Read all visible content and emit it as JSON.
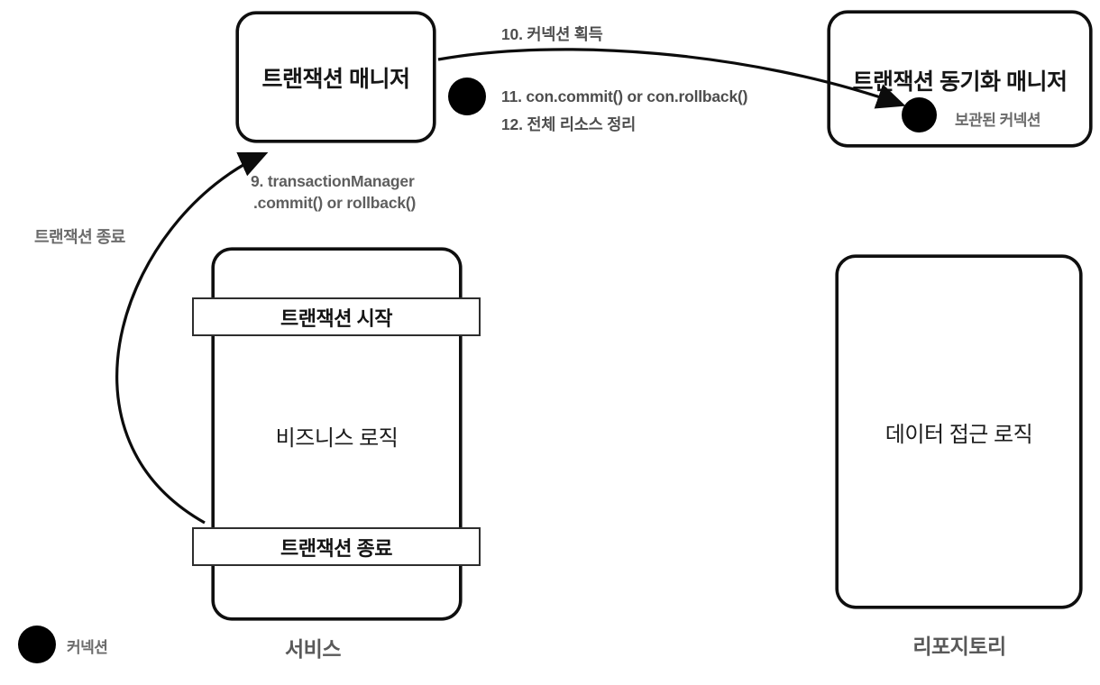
{
  "boxes": {
    "transaction_manager": {
      "label": "트랜잭션 매니저"
    },
    "sync_manager": {
      "label": "트랜잭션 동기화 매니저",
      "stored_connection": "보관된 커넥션"
    },
    "service": {
      "transaction_start": "트랜잭션 시작",
      "business_logic": "비즈니스 로직",
      "transaction_end": "트랜잭션 종료",
      "caption": "서비스"
    },
    "repository": {
      "body": "데이터 접근 로직",
      "caption": "리포지토리"
    }
  },
  "annotations": {
    "step10": "10. 커넥션 획득",
    "step11": "11. con.commit() or con.rollback()",
    "step12": "12. 전체 리소스 정리",
    "step9_line1": "9. transactionManager",
    "step9_line2": ".commit() or rollback()",
    "transaction_end_note": "트랜잭션 종료"
  },
  "legend": {
    "connection": "커넥션"
  },
  "icons": {
    "connection_dot": "filled-black-circle",
    "arrow": "curved-black-arrow"
  },
  "colors": {
    "background": "#ffffff",
    "box_stroke": "#0f0f0f",
    "banner_stroke": "#2e2e2e",
    "title_text": "#161616",
    "annotation_text": "#4d4d4d",
    "gray_label_text": "#6b6b6b",
    "caption_text": "#595959",
    "dot_fill": "#000000"
  }
}
